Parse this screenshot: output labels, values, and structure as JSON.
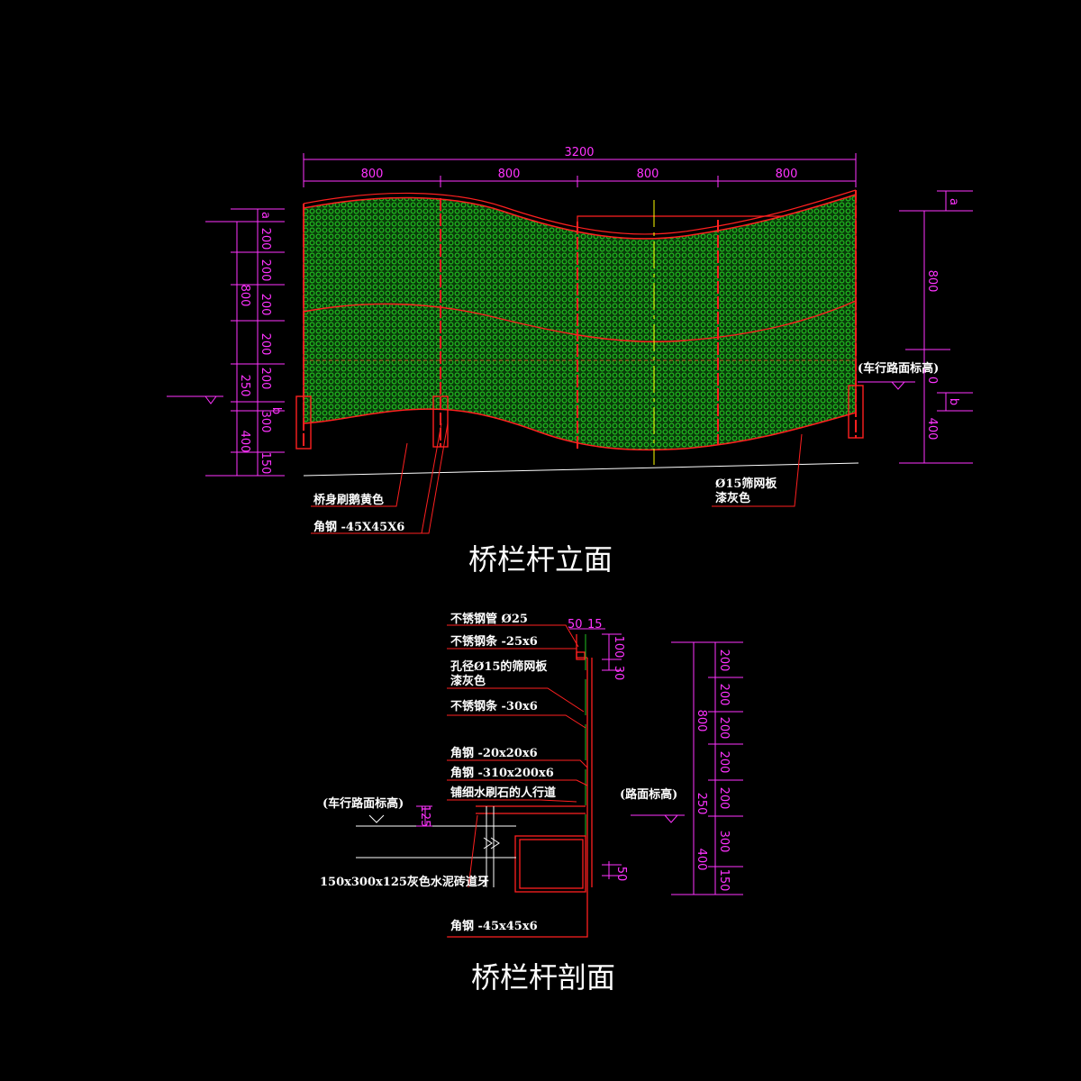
{
  "elevation": {
    "title": "桥栏杆立面",
    "top_dims": {
      "total": "3200",
      "segments": [
        "800",
        "800",
        "800",
        "800"
      ]
    },
    "left_dims": {
      "total": "800",
      "stack": [
        "a",
        "200",
        "200",
        "200",
        "200",
        "200",
        "b",
        "300",
        "150"
      ],
      "outer": [
        "250",
        "400"
      ]
    },
    "right_dims": {
      "a": "a",
      "b": "b",
      "upper": "800",
      "lower": "400",
      "p": "0"
    },
    "labels": {
      "bridge_paint": "桥身刷鹅黄色",
      "angle_steel": "角钢 -45X45X6",
      "mesh_line1": "Ø15筛网板",
      "mesh_line2": "漆灰色",
      "road_level": "(车行路面标高)"
    }
  },
  "section": {
    "title": "桥栏杆剖面",
    "labels": {
      "pipe": "不锈钢管 Ø25",
      "strip25": "不锈钢条 -25x6",
      "mesh_line1": "孔径Ø15的筛网板",
      "mesh_line2": "漆灰色",
      "strip30": "不锈钢条 -30x6",
      "angle20": "角钢 -20x20x6",
      "angle310": "角钢 -310x200x6",
      "sidewalk": "铺细水刷石的人行道",
      "road_level": "(车行路面标高)",
      "curb": "150x300x125灰色水泥砖道牙",
      "angle45": "角钢 -45x45x6",
      "walk_level": "(路面标高)"
    },
    "top_dims": [
      "50",
      "15"
    ],
    "small_dims": [
      "100",
      "30",
      "50",
      "125"
    ],
    "right_dims": {
      "total": "800",
      "stack": [
        "200",
        "200",
        "200",
        "200",
        "200",
        "300",
        "150"
      ],
      "outer": [
        "250",
        "400"
      ]
    }
  },
  "colors": {
    "background": "#000000",
    "mesh": "#19a019",
    "frame": "#ff2020",
    "dimension": "#ff33ff",
    "text": "#ffffff",
    "centerline": "#ffff00"
  }
}
